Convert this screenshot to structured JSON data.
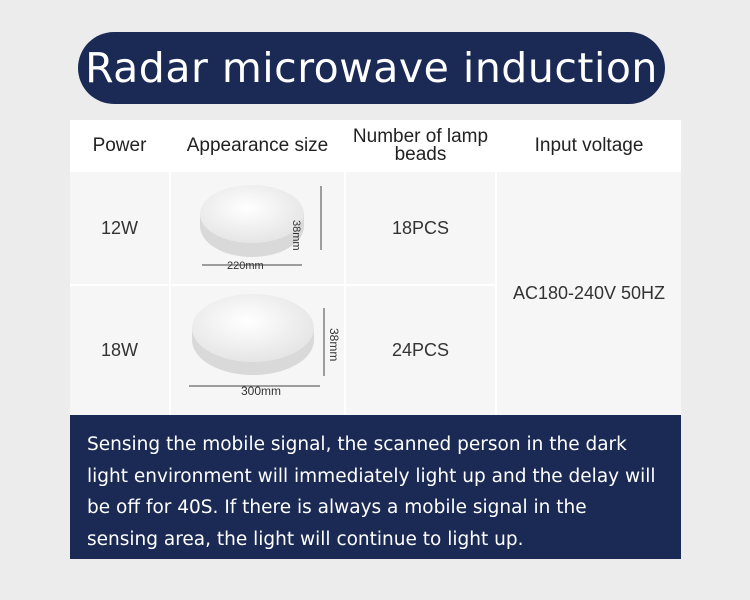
{
  "title": "Radar microwave induction",
  "table": {
    "headers": [
      "Power",
      "Appearance size",
      "Number of lamp beads",
      "Input voltage"
    ],
    "header_lamp_line1": "Number of lamp",
    "header_lamp_line2": "beads",
    "rows": [
      {
        "power": "12W",
        "diameter": "220mm",
        "height": "38mm",
        "beads": "18PCS"
      },
      {
        "power": "18W",
        "diameter": "300mm",
        "height": "38mm",
        "beads": "24PCS"
      }
    ],
    "voltage": "AC180-240V 50HZ"
  },
  "description": "Sensing the mobile signal, the scanned person in the dark light environment will immediately light up and the delay will be off for 40S. If there is always a mobile signal in the sensing area, the light will continue to light up.",
  "colors": {
    "navy": "#1b2a55",
    "background": "#ececec",
    "table_fill": "#f6f6f6"
  }
}
